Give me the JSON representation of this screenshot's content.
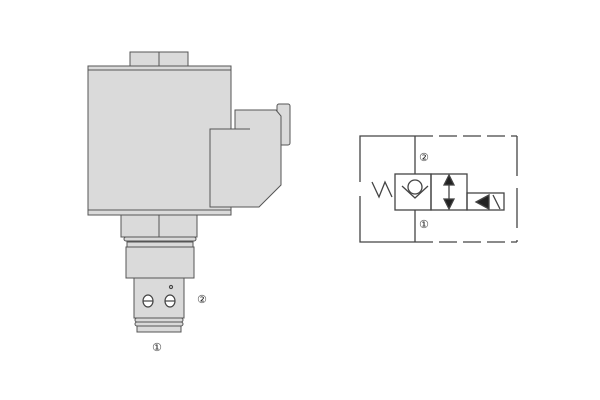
{
  "valve_drawing": {
    "port_2_label": "②",
    "port_1_label": "①"
  },
  "schematic": {
    "port_2_label": "②",
    "port_1_label": "①"
  },
  "colors": {
    "body": "#dadada",
    "outline": "#555555",
    "symbol": "#333333"
  }
}
